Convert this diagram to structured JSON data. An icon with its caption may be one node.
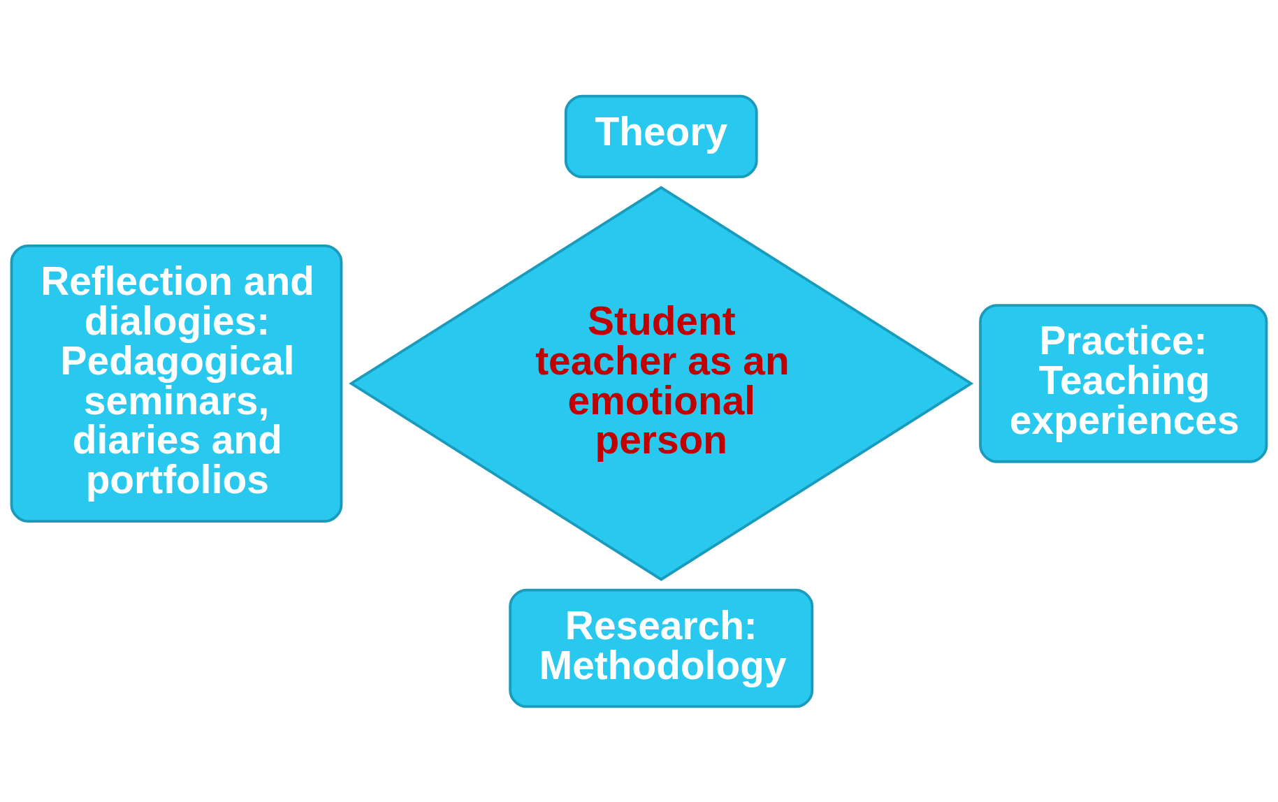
{
  "diagram": {
    "nodes": [
      {
        "text": [
          "Theory"
        ]
      },
      {
        "text": [
          "Reflection and dialogies:",
          "Pedagogical seminars, diaries and portfolios"
        ]
      },
      {
        "text": [
          "Student teacher as an emotional person"
        ]
      },
      {
        "text": [
          "Practice:",
          "Teaching experiences"
        ]
      },
      {
        "text": [
          "Research:",
          "Methodology"
        ]
      }
    ]
  }
}
